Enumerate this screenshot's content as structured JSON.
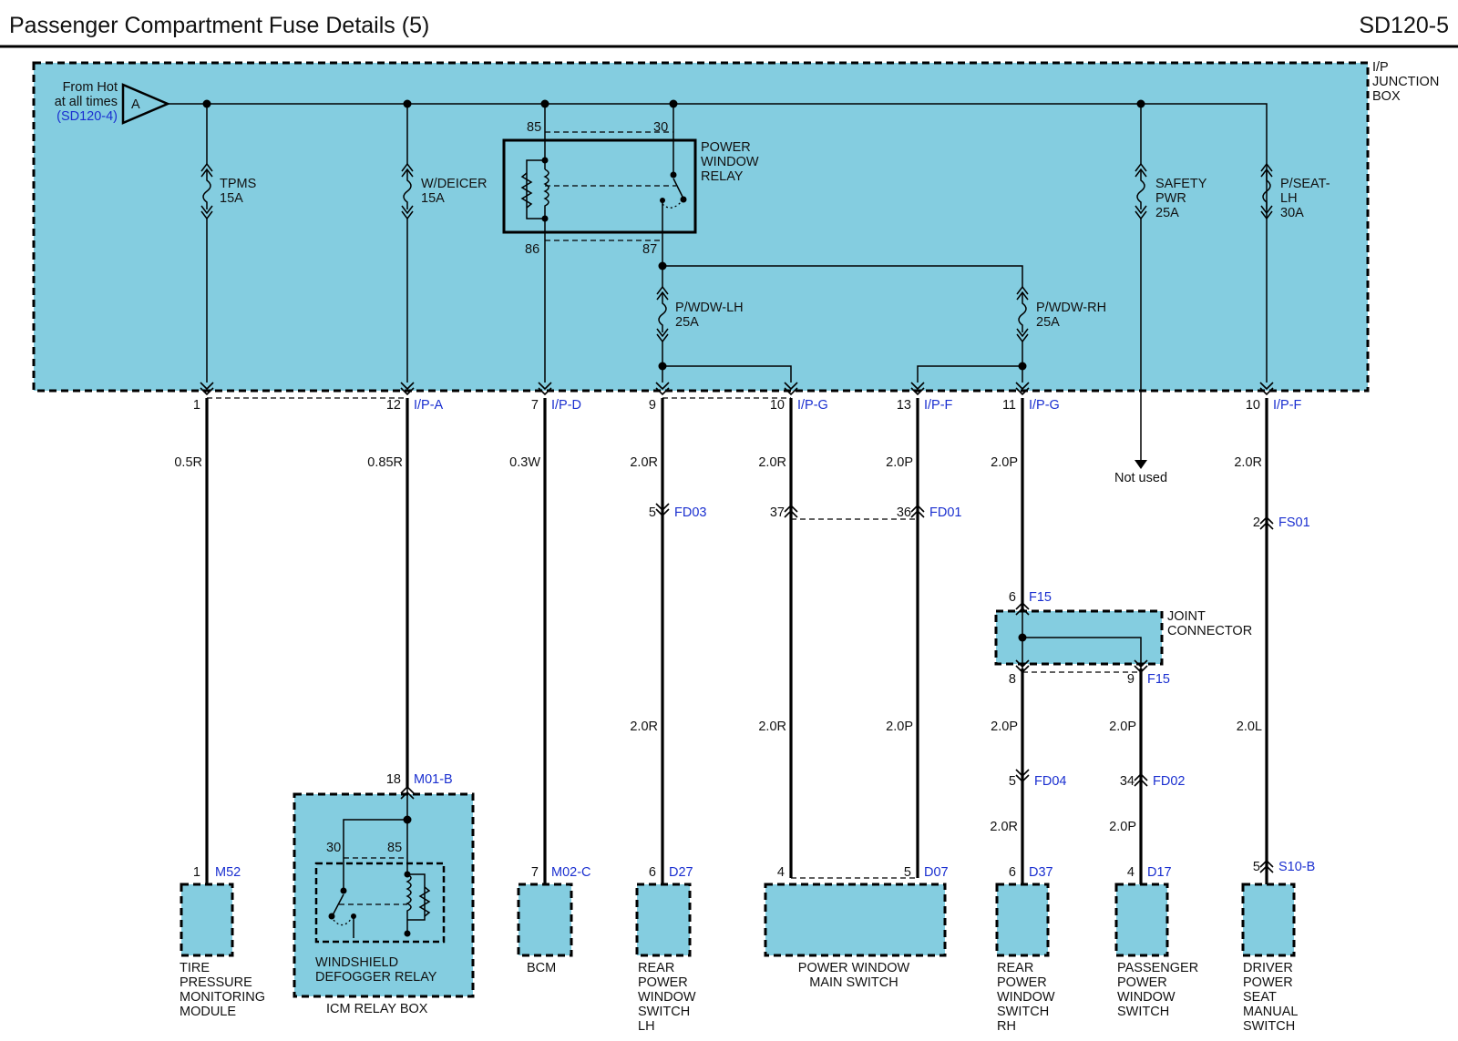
{
  "header": {
    "title": "Passenger Compartment Fuse Details (5)",
    "code": "SD120-5"
  },
  "source": {
    "lines": [
      "From Hot",
      "at all times"
    ],
    "ref": "(SD120-4)",
    "letter": "A"
  },
  "junction_box": {
    "lines": [
      "I/P",
      "JUNCTION",
      "BOX"
    ]
  },
  "relay": {
    "name_lines": [
      "POWER",
      "WINDOW",
      "RELAY"
    ],
    "pins": [
      "85",
      "30",
      "86",
      "87"
    ]
  },
  "fuses": [
    {
      "lines": [
        "TPMS",
        "15A"
      ]
    },
    {
      "lines": [
        "W/DEICER",
        "15A"
      ]
    },
    {
      "lines": [
        "SAFETY",
        "PWR",
        "25A"
      ]
    },
    {
      "lines": [
        "P/SEAT-",
        "LH",
        "30A"
      ]
    },
    {
      "lines": [
        "P/WDW-LH",
        "25A"
      ]
    },
    {
      "lines": [
        "P/WDW-RH",
        "25A"
      ]
    }
  ],
  "jb_pins": [
    {
      "num": "1",
      "conn": ""
    },
    {
      "num": "12",
      "conn": "I/P-A"
    },
    {
      "num": "7",
      "conn": "I/P-D"
    },
    {
      "num": "9",
      "conn": ""
    },
    {
      "num": "10",
      "conn": "I/P-G"
    },
    {
      "num": "13",
      "conn": "I/P-F"
    },
    {
      "num": "11",
      "conn": "I/P-G"
    },
    {
      "num": "10",
      "conn": "I/P-F"
    }
  ],
  "wires": {
    "tpms": "0.5R",
    "wdeicer": "0.85R",
    "bcm": "0.3W",
    "lh1": "2.0R",
    "lh2": "2.0R",
    "ms1": "2.0R",
    "ms2": "2.0R",
    "msf1": "2.0P",
    "msf2": "2.0P",
    "rh1": "2.0P",
    "rh2": "2.0P",
    "rh3": "2.0R",
    "pass1": "2.0P",
    "pass2": "2.0P",
    "seat1": "2.0R",
    "seat2": "2.0L"
  },
  "not_used": "Not used",
  "inline": {
    "fd03": {
      "num": "5",
      "conn": "FD03"
    },
    "ms37": {
      "num": "37",
      "conn": ""
    },
    "fd01": {
      "num": "36",
      "conn": "FD01"
    },
    "fs01": {
      "num": "2",
      "conn": "FS01"
    },
    "f15top": {
      "num": "6",
      "conn": "F15"
    },
    "f15a": {
      "num": "8",
      "conn": ""
    },
    "f15b": {
      "num": "9",
      "conn": "F15"
    },
    "fd04": {
      "num": "5",
      "conn": "FD04"
    },
    "fd02": {
      "num": "34",
      "conn": "FD02"
    }
  },
  "joint": {
    "lines": [
      "JOINT",
      "CONNECTOR"
    ]
  },
  "icm": {
    "pin": {
      "num": "18",
      "conn": "M01-B"
    },
    "relay_pins": [
      "30",
      "85"
    ],
    "relay_lines": [
      "WINDSHIELD",
      "DEFOGGER RELAY"
    ],
    "box_label": "ICM RELAY BOX"
  },
  "components": [
    {
      "num": "1",
      "conn": "M52",
      "lines": [
        "TIRE",
        "PRESSURE",
        "MONITORING",
        "MODULE"
      ]
    },
    {
      "num": "7",
      "conn": "M02-C",
      "lines": [
        "BCM"
      ]
    },
    {
      "num": "6",
      "conn": "D27",
      "lines": [
        "REAR",
        "POWER",
        "WINDOW",
        "SWITCH",
        "LH"
      ]
    },
    {
      "num": "4",
      "num2": "5",
      "conn": "D07",
      "lines": [
        "POWER WINDOW",
        "MAIN SWITCH"
      ]
    },
    {
      "num": "6",
      "conn": "D37",
      "lines": [
        "REAR",
        "POWER",
        "WINDOW",
        "SWITCH",
        "RH"
      ]
    },
    {
      "num": "4",
      "conn": "D17",
      "lines": [
        "PASSENGER",
        "POWER",
        "WINDOW",
        "SWITCH"
      ]
    },
    {
      "num": "5",
      "conn": "S10-B",
      "lines": [
        "DRIVER",
        "POWER",
        "SEAT",
        "MANUAL",
        "SWITCH"
      ]
    }
  ],
  "colors": {
    "box_fill": "#84cde0",
    "connector_text": "#1a2fd0",
    "line": "#000000"
  }
}
